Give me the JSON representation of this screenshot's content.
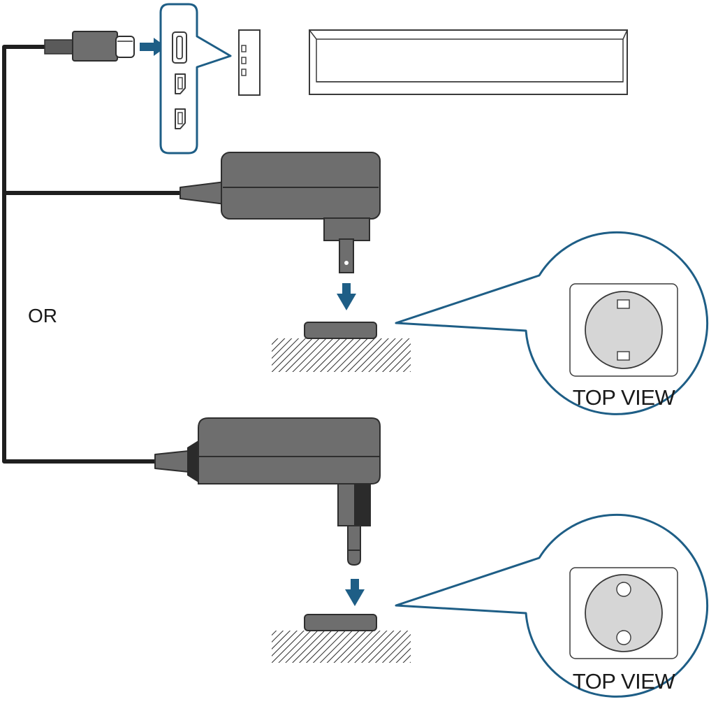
{
  "labels": {
    "or": "OR",
    "top_view_1": "TOP VIEW",
    "top_view_2": "TOP VIEW"
  },
  "colors": {
    "cable": "#1f1f1f",
    "device_gray": "#6e6e6e",
    "device_dark": "#3c3c3c",
    "accent_blue": "#1e5e86",
    "socket_face": "#d6d6d6",
    "outline": "#3a3a3a"
  },
  "icons": {
    "usb_c_connector": "usb-c-plug-icon",
    "port_panel": "port-panel-icon",
    "insert_arrow": "arrow-right-icon",
    "plug_down_arrow": "arrow-down-icon",
    "adapter_flat_pin": "adapter-type-g-icon",
    "adapter_round_pin": "adapter-type-c-icon"
  }
}
